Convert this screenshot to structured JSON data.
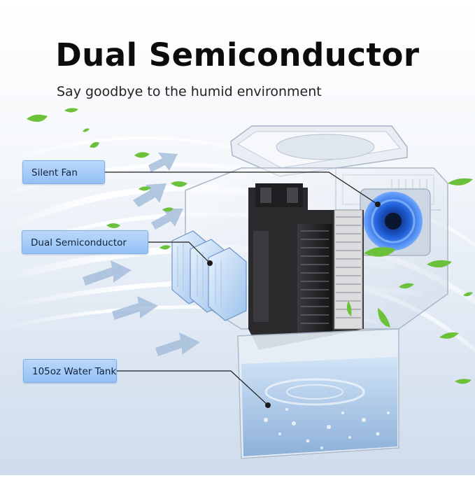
{
  "headline": "Dual Semiconductor",
  "subheadline": "Say goodbye to the humid environment",
  "callouts": {
    "fan": "Silent Fan",
    "semiconductor": "Dual Semiconductor",
    "tank": "105oz Water Tank"
  },
  "colors": {
    "label_fill": "#a9cdf8",
    "airflow": "#9fb8d8",
    "leaf": "#6cc13a",
    "fan_blue": "#1f5fd8",
    "heatsink": "#2a2a2c"
  }
}
